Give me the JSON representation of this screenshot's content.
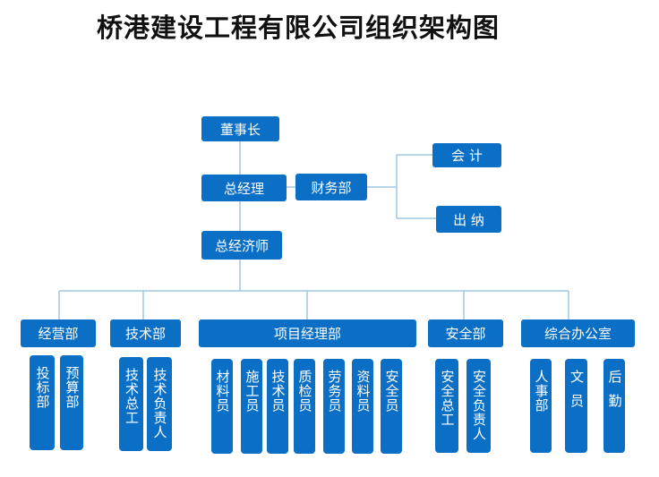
{
  "title": "桥港建设工程有限公司组织架构图",
  "top": {
    "chairman": "董事长",
    "general_manager": "总经理",
    "finance": "财务部",
    "accounting": "会 计",
    "cashier": "出 纳",
    "chief_economist": "总经济师"
  },
  "departments": {
    "business": "经营部",
    "tech": "技术部",
    "project": "项目经理部",
    "safety": "安全部",
    "office": "综合办公室"
  },
  "business_sub": [
    "投标部",
    "预算部"
  ],
  "tech_sub": [
    "技术总工",
    "技术负责人"
  ],
  "project_sub": [
    "材料员",
    "施工员",
    "技术员",
    "质检员",
    "劳务员",
    "资料员",
    "安全员"
  ],
  "safety_sub": [
    "安全总工",
    "安全负责人"
  ],
  "office_sub": [
    "人事部",
    "文员",
    "后勤"
  ],
  "colors": {
    "box": "#0b6fc6",
    "line": "#9fc7e0"
  }
}
